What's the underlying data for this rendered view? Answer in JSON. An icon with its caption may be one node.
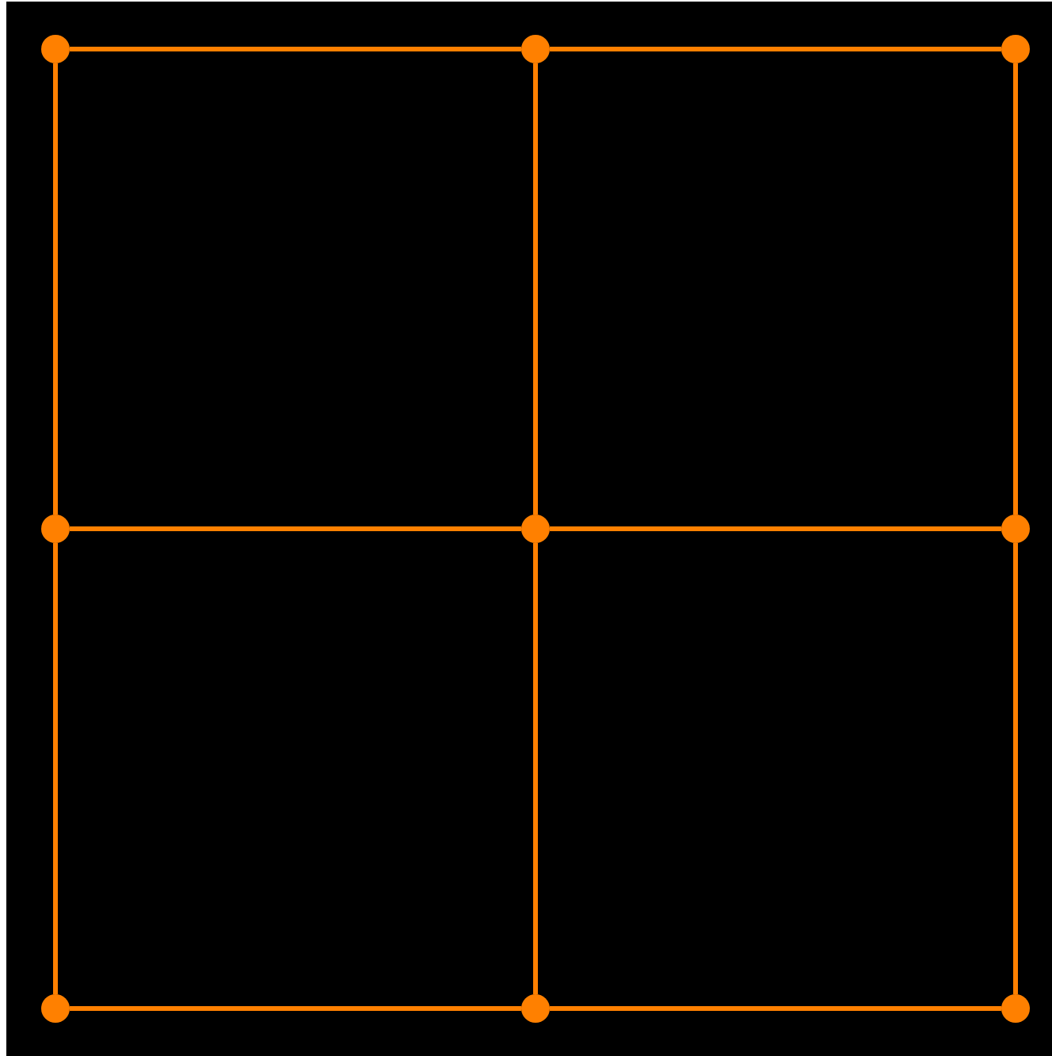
{
  "diagram": {
    "nodes": [
      {
        "text": [],
        "shape": "circle"
      },
      {
        "text": [],
        "shape": "circle"
      },
      {
        "text": [],
        "shape": "circle"
      },
      {
        "text": [],
        "shape": "circle"
      },
      {
        "text": [],
        "shape": "circle"
      },
      {
        "text": [],
        "shape": "circle"
      },
      {
        "text": [],
        "shape": "circle"
      },
      {
        "text": [],
        "shape": "circle"
      },
      {
        "text": [],
        "shape": "circle"
      }
    ],
    "edges": [
      {
        "from": 0,
        "to": 1,
        "arrow": "none"
      },
      {
        "from": 1,
        "to": 2,
        "arrow": "none"
      },
      {
        "from": 0,
        "to": 3,
        "arrow": "none"
      },
      {
        "from": 1,
        "to": 4,
        "arrow": "none"
      },
      {
        "from": 2,
        "to": 5,
        "arrow": "none"
      },
      {
        "from": 3,
        "to": 4,
        "arrow": "none"
      },
      {
        "from": 4,
        "to": 5,
        "arrow": "none"
      },
      {
        "from": 3,
        "to": 6,
        "arrow": "none"
      },
      {
        "from": 4,
        "to": 7,
        "arrow": "none"
      },
      {
        "from": 5,
        "to": 8,
        "arrow": "none"
      },
      {
        "from": 6,
        "to": 7,
        "arrow": "none"
      },
      {
        "from": 7,
        "to": 8,
        "arrow": "none"
      }
    ]
  }
}
